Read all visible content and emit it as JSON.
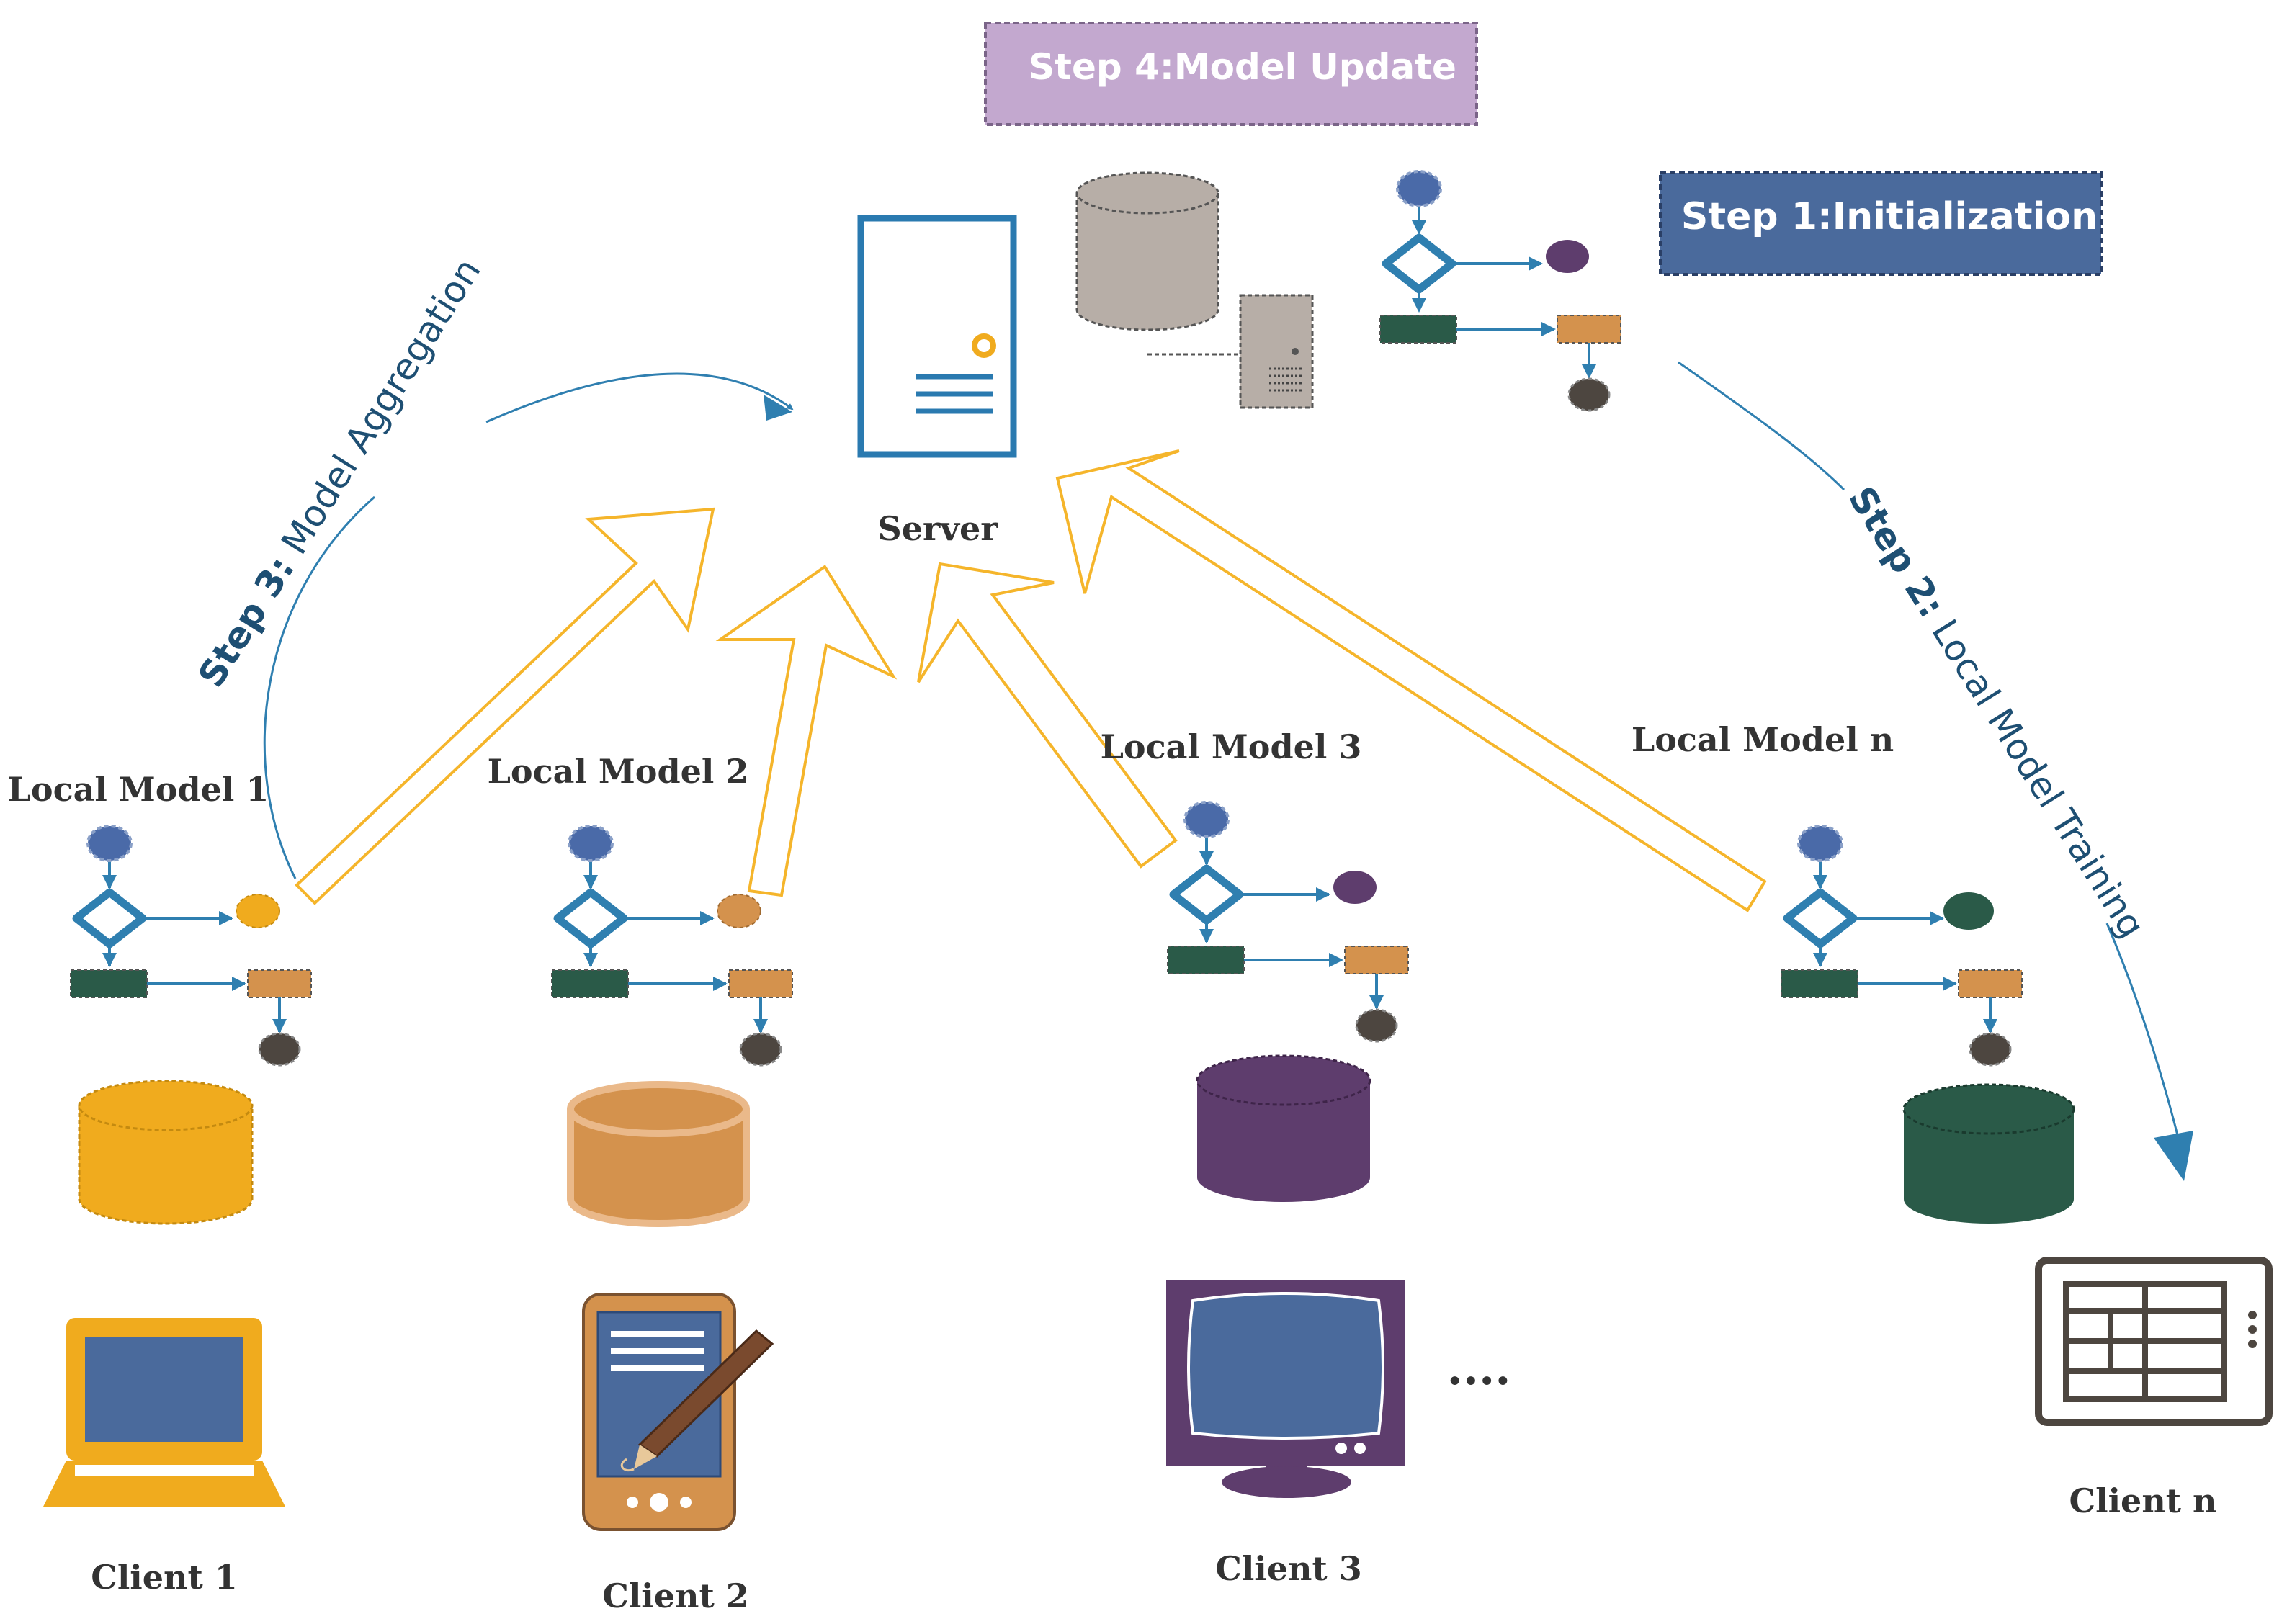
{
  "step_boxes": {
    "model_update": "Step 4:Model Update",
    "initialization": "Step 1:Initialization"
  },
  "step_paths": {
    "aggregation_bold": "Step 3:",
    "aggregation_text": " Model Aggregation",
    "training_bold": "Step 2:",
    "training_text": " Local Model Training"
  },
  "server": {
    "label": "Server"
  },
  "local_models": [
    {
      "label": "Local Model 1"
    },
    {
      "label": "Local Model 2"
    },
    {
      "label": "Local Model 3"
    },
    {
      "label": "Local Model n"
    }
  ],
  "clients": [
    {
      "label": "Client 1",
      "device": "laptop-icon"
    },
    {
      "label": "Client 2",
      "device": "tablet-pen-icon"
    },
    {
      "label": "Client 3",
      "device": "monitor-icon"
    },
    {
      "label": "Client n",
      "device": "tablet-grid-icon"
    }
  ],
  "ellipsis": "....",
  "colors": {
    "client1": "#f0ab1e",
    "client2": "#d4924d",
    "client3": "#5e3d6d",
    "clientn": "#2a5a48",
    "server_blue": "#2a7ab0",
    "step1_box": "#4a6a9c",
    "step4_box": "#c3a8cf",
    "arrow_outline": "#f5b52b",
    "flow_blue": "#2f7fb0",
    "node_blue": "#4a6aa8",
    "dark_rect": "#2a5a48",
    "orange_rect": "#d4924d",
    "end_node": "#4d4640"
  }
}
